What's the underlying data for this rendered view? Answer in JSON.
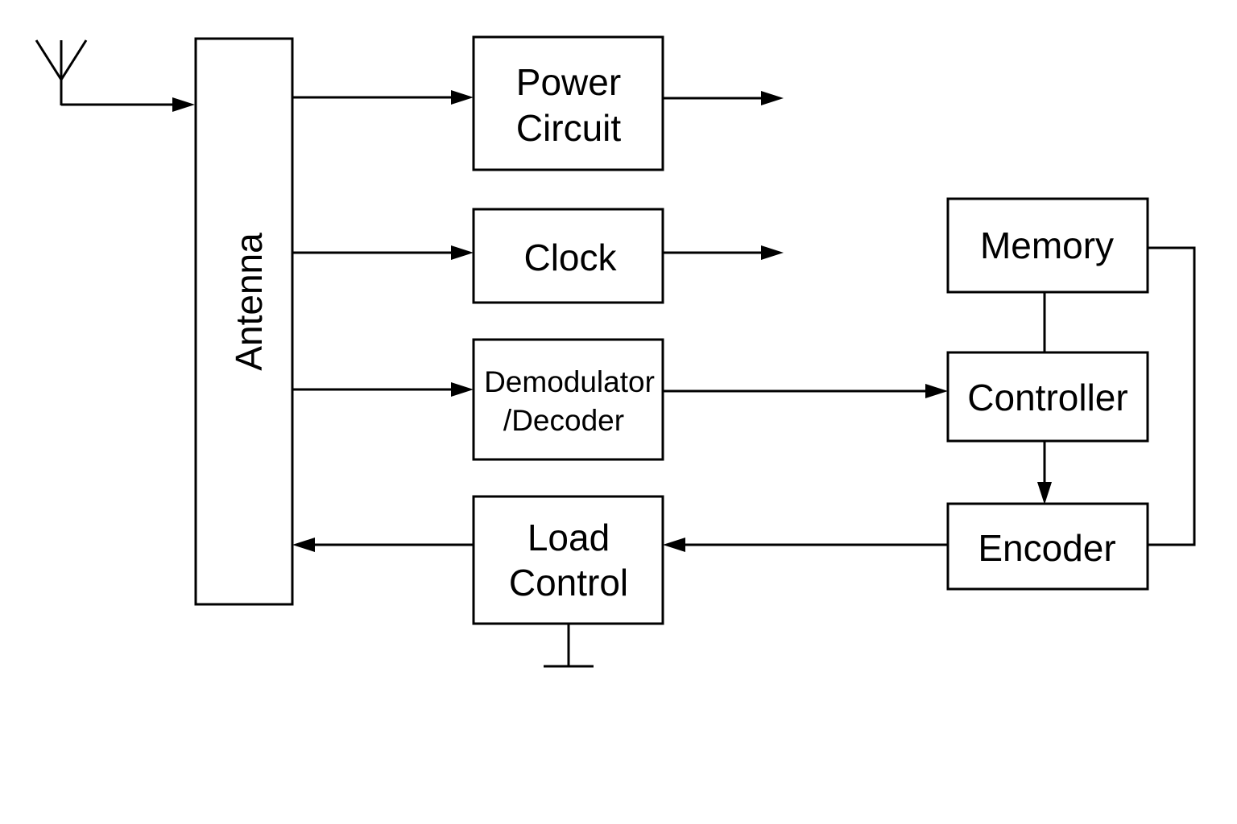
{
  "blocks": {
    "antenna": "Antenna",
    "power_circuit": [
      "Power",
      "Circuit"
    ],
    "clock": "Clock",
    "demodulator": [
      "Demodulator",
      "/Decoder"
    ],
    "load_control": [
      "Load",
      "Control"
    ],
    "memory": "Memory",
    "controller": "Controller",
    "encoder": "Encoder"
  },
  "icons": {
    "antenna_symbol": "antenna-icon",
    "ground_symbol": "ground-icon"
  },
  "colors": {
    "line": "#000000",
    "background": "#ffffff"
  }
}
